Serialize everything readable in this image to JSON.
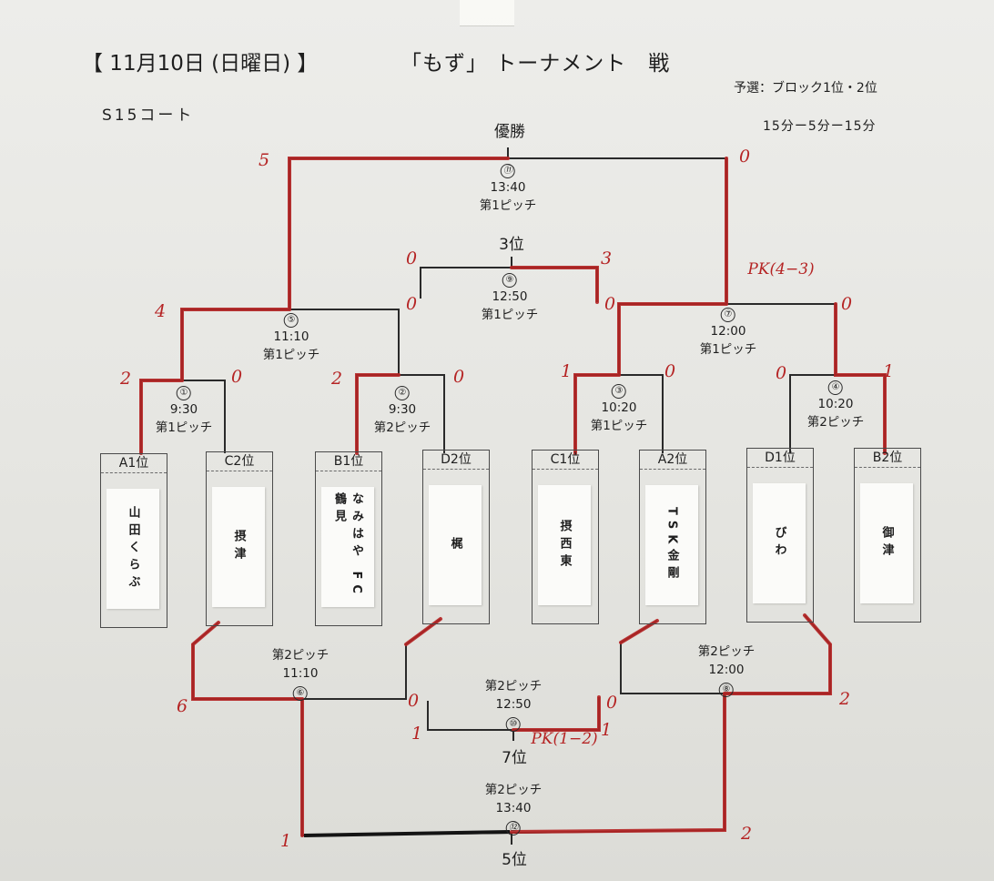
{
  "header": {
    "date": "【 11月10日 (日曜日) 】",
    "title": "「もず」 トーナメント　戦",
    "court": "S15コート",
    "qualification": "予選：ブロック1位・2位",
    "format": "15分ー5分ー15分"
  },
  "labels": {
    "champion": "優勝",
    "third": "3位",
    "fifth": "5位",
    "seventh": "7位"
  },
  "matches": {
    "m1": {
      "num": "①",
      "time": "9:30",
      "pitch": "第1ピッチ"
    },
    "m2": {
      "num": "②",
      "time": "9:30",
      "pitch": "第2ピッチ"
    },
    "m3": {
      "num": "③",
      "time": "10:20",
      "pitch": "第1ピッチ"
    },
    "m4": {
      "num": "④",
      "time": "10:20",
      "pitch": "第2ピッチ"
    },
    "m5": {
      "num": "⑤",
      "time": "11:10",
      "pitch": "第1ピッチ"
    },
    "m7": {
      "num": "⑦",
      "time": "12:00",
      "pitch": "第1ピッチ"
    },
    "m9": {
      "num": "⑨",
      "time": "12:50",
      "pitch": "第1ピッチ"
    },
    "m11": {
      "num": "⑪",
      "time": "13:40",
      "pitch": "第1ピッチ"
    },
    "m6": {
      "num": "⑥",
      "time": "11:10",
      "pitch": "第2ピッチ"
    },
    "m8": {
      "num": "⑧",
      "time": "12:00",
      "pitch": "第2ピッチ"
    },
    "m10": {
      "num": "⑩",
      "time": "12:50",
      "pitch": "第2ピッチ"
    },
    "m12": {
      "num": "⑫",
      "time": "13:40",
      "pitch": "第2ピッチ"
    }
  },
  "teams": [
    {
      "pos": "A1位",
      "name": "山田くらぶ"
    },
    {
      "pos": "C2位",
      "name": "摂津"
    },
    {
      "pos": "B1位",
      "name": "なみはや FC鶴見"
    },
    {
      "pos": "D2位",
      "name": "梶"
    },
    {
      "pos": "C1位",
      "name": "摂西東"
    },
    {
      "pos": "A2位",
      "name": "TSK金剛"
    },
    {
      "pos": "D1位",
      "name": "びわ"
    },
    {
      "pos": "B2位",
      "name": "御津"
    }
  ],
  "scores": {
    "m11_left": "5",
    "m11_right": "0",
    "m9_left": "0",
    "m9_right": "3",
    "m7_pk": "PK(4−3)",
    "m5_left": "4",
    "m5_right": "0",
    "m7_left": "0",
    "m7_right": "0",
    "m1_left": "2",
    "m1_right": "0",
    "m2_left": "2",
    "m2_right": "0",
    "m3_left": "1",
    "m3_right": "0",
    "m4_left": "0",
    "m4_right": "1",
    "m6_left": "6",
    "m6_right": "0",
    "m8_left": "0",
    "m8_right": "2",
    "m10_left": "1",
    "m10_right": "1",
    "m10_pk": "PK(1−2)",
    "m12_left": "1",
    "m12_right": "2"
  },
  "colors": {
    "ink": "#1e1e1e",
    "marker_red": "#b52424",
    "paper": "#e8e8e4"
  }
}
